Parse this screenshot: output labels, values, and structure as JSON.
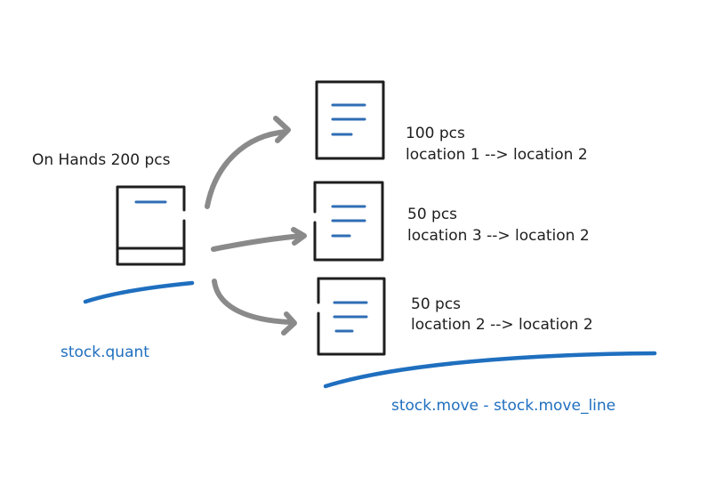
{
  "quant": {
    "label": "On Hands 200 pcs",
    "model": "stock.quant"
  },
  "moves": [
    {
      "qty": "100 pcs",
      "route": "location 1 --> location 2"
    },
    {
      "qty": "50 pcs",
      "route": "location 3 --> location 2"
    },
    {
      "qty": "50 pcs",
      "route": "location 2 --> location 2"
    }
  ],
  "move_model": "stock.move - stock.move_line",
  "colors": {
    "ink": "#1e1e1e",
    "accent_blue": "#1f6fbf",
    "arrow_gray": "#8a8a8a"
  }
}
